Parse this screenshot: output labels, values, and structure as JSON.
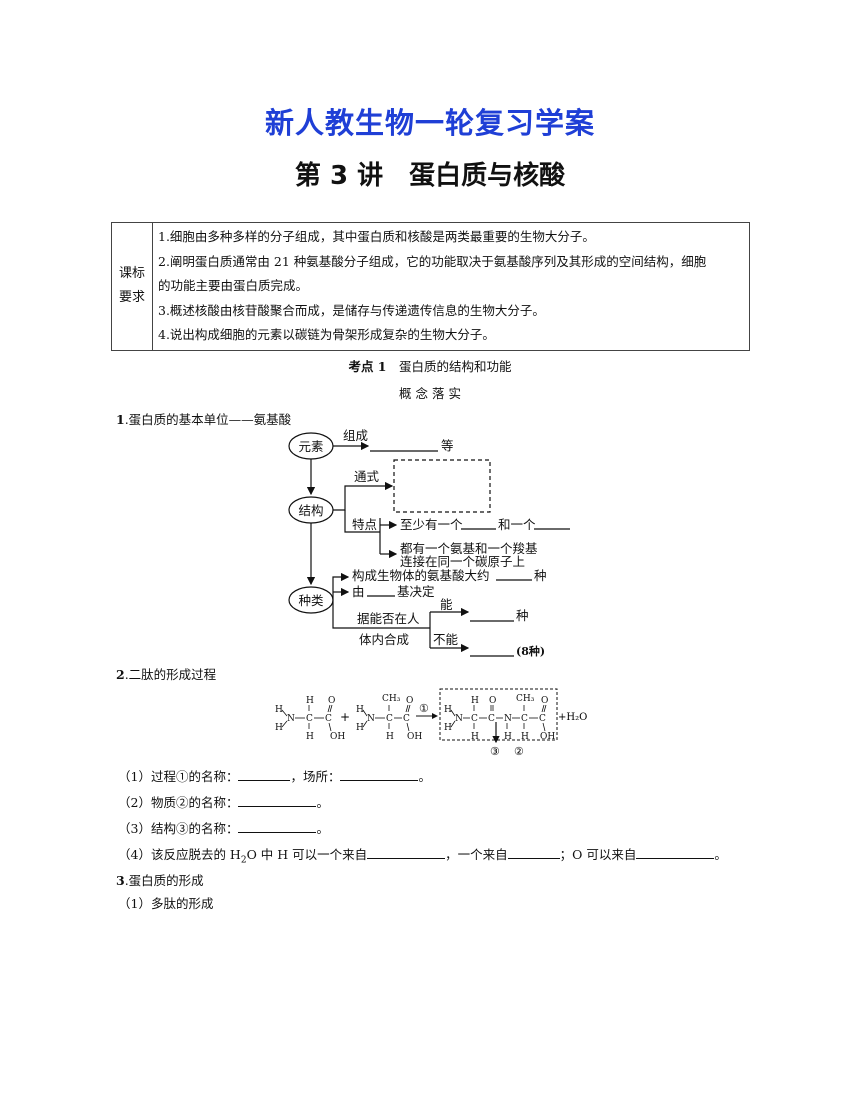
{
  "header": {
    "title": "新人教生物一轮复习学案",
    "subtitle": "第 3 讲　蛋白质与核酸"
  },
  "requirements": {
    "label_line1": "课标",
    "label_line2": "要求",
    "items": [
      "1.细胞由多种多样的分子组成，其中蛋白质和核酸是两类最重要的生物大分子。",
      "2.阐明蛋白质通常由 21 种氨基酸分子组成，它的功能取决于氨基酸序列及其形成的空间结构，细胞",
      "的功能主要由蛋白质完成。",
      "3.概述核酸由核苷酸聚合而成，是储存与传递遗传信息的生物大分子。",
      "4.说出构成细胞的元素以碳链为骨架形成复杂的生物大分子。"
    ]
  },
  "section": {
    "kaodian_label": "考点 1",
    "kaodian_title": "蛋白质的结构和功能",
    "subheading": "概 念 落 实"
  },
  "part1": {
    "heading_num": "1",
    "heading_text": ".蛋白质的基本单位——氨基酸",
    "diagram": {
      "node_yuansu": "元素",
      "node_jiegou": "结构",
      "node_zhonglei": "种类",
      "label_zucheng": "组成",
      "label_deng": "等",
      "label_tongshi": "通式",
      "label_tedian": "特点",
      "text_zhishao_a": "至少有一个",
      "text_zhishao_b": "和一个",
      "text_douyou_1": "都有一个氨基和一个羧基",
      "text_douyou_2": "连接在同一个碳原子上",
      "text_goucheng_a": "构成生物体的氨基酸大约",
      "text_goucheng_b": "种",
      "text_you_a": "由",
      "text_you_b": "基决定",
      "text_ju_1": "据能否在人",
      "text_ju_2": "体内合成",
      "text_neng": "能",
      "text_buneng": "不能",
      "text_zhong": "种",
      "text_8zhong": "(8种)"
    }
  },
  "part2": {
    "heading_num": "2",
    "heading_text": ".二肽的形成过程",
    "reaction": {
      "plus": "+",
      "circle1": "①",
      "water": "+H₂O",
      "mark3": "③",
      "mark2": "②"
    },
    "questions": [
      {
        "a": "（1）过程①的名称：",
        "b": "，场所：",
        "c": "。"
      },
      {
        "a": "（2）物质②的名称：",
        "b": "。"
      },
      {
        "a": "（3）结构③的名称：",
        "b": "。"
      }
    ],
    "q4": {
      "a": "（4）该反应脱去的 H",
      "sub": "2",
      "b": "O 中 H 可以一个来自",
      "c": "，一个来自",
      "d": "；O 可以来自",
      "e": "。"
    }
  },
  "part3": {
    "heading_num": "3",
    "heading_text": ".蛋白质的形成",
    "sub1": "（1）多肽的形成"
  }
}
